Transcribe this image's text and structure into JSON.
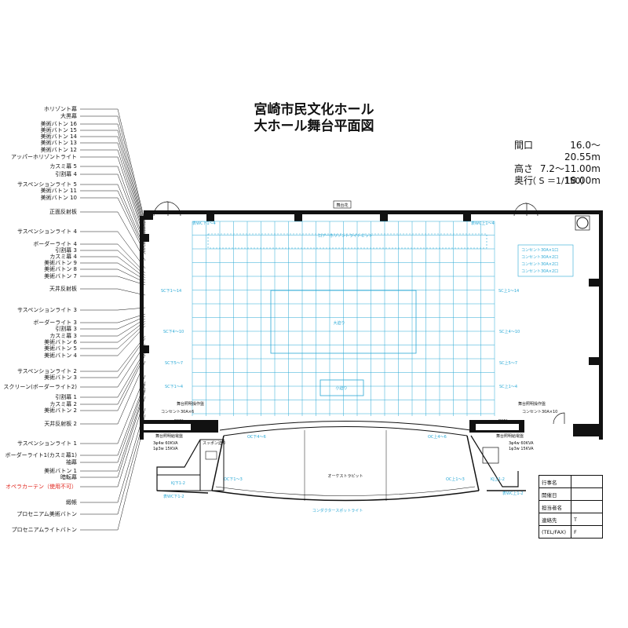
{
  "title": {
    "line1": "宮崎市民文化ホール",
    "line2": "大ホール舞台平面図"
  },
  "specs": [
    {
      "label": "間口",
      "value": "16.0〜20.55m"
    },
    {
      "label": "高さ",
      "value": "7.2〜11.00m"
    },
    {
      "label": "奥行",
      "value": "18.00m"
    }
  ],
  "scale": "（ S ＝1/150）",
  "left_labels": [
    "ホリゾント幕",
    "大黒幕",
    "美術バトン 16",
    "美術バトン 15",
    "美術バトン 14",
    "美術バトン 13",
    "美術バトン 12",
    "アッパーホリゾントライト",
    "カスミ幕 5",
    "引割幕 4",
    "サスペンションライト 5",
    "美術バトン 11",
    "美術バトン 10",
    "正面反射板",
    "サスペンションライト 4",
    "ボーダーライト 4",
    "引割幕 3",
    "カスミ幕 4",
    "美術バトン 9",
    "美術バトン 8",
    "美術バトン 7",
    "天井反射板",
    "サスペンションライト 3",
    "ボーダーライト 3",
    "引割幕 3",
    "カスミ幕 3",
    "美術バトン 6",
    "美術バトン 5",
    "美術バトン 4",
    "サスペンションライト 2",
    "美術バトン 3",
    "スクリーン(ボーダーライト2)",
    "引割幕 1",
    "カスミ幕 2",
    "美術バトン 2",
    "天井反射板 2",
    "サスペンションライト 1",
    "ボーダーライト1(カスミ幕1)",
    "袖幕",
    "美術バトン 1",
    "暗転幕",
    "オペラカーテン",
    "緞帳",
    "プロセニアム美術バトン",
    "プロセニアムライトバトン"
  ],
  "opera_note": "（使用不可）",
  "stage_labels": {
    "butaioku": "舞台花",
    "upper_left": "表WC下1〜4",
    "upper_right": "表WC上1〜4",
    "horizon_pit": "ロアーホリゾントライトピット",
    "sc_left_top": "SC下1〜14",
    "sc_right_top": "SC上1〜14",
    "sc_left_mid": "SC下4〜10",
    "sc_right_mid": "SC上4〜10",
    "sc_left_low": "SC下5〜7",
    "sc_right_low": "SC上5〜7",
    "sc_left_bot": "SC下1〜4",
    "sc_right_bot": "SC上1〜4",
    "ohseri": "大迫り",
    "koseri": "小迫り",
    "oc_left": "OC下4〜6",
    "oc_right": "OC上4〜6",
    "oc_left2": "OC下1〜3",
    "oc_right2": "OC上1〜3",
    "orchestra_pit": "オーケストラピット",
    "footlight": "コンダクタースポットライト",
    "spot_seri": "スッポン迫り",
    "panel_left": "舞台照明操作盤",
    "panel_right": "舞台照明操作盤",
    "outlet_left": "コンセント30A×6",
    "outlet_right": "コンセント30A×10",
    "dmx_left": "DMX",
    "dmx_right": "DMX",
    "power_left": "舞台照明給電盤",
    "power_right": "舞台照明給電盤",
    "power_spec1": "3φ4w 60KVA",
    "power_spec2": "1φ3w 15KVA",
    "cap_left": "表WC下1-2",
    "cap_right": "表WC上1-2",
    "kj_left": "KJ下1-2",
    "kj_right": "KJ上1-2"
  },
  "outlet_box": [
    "コンセント30A×1口",
    "コンセント30A×2口",
    "コンセント30A×2口",
    "コンセント30A×2口"
  ],
  "contact_table": [
    {
      "key": "行事名",
      "value": ""
    },
    {
      "key": "開催日",
      "value": ""
    },
    {
      "key": "担当者名",
      "value": ""
    },
    {
      "key": "連絡先",
      "value": "T"
    },
    {
      "key": "(TEL/FAX)",
      "value": "F"
    }
  ],
  "colors": {
    "line": "#111111",
    "grid": "#2aa9d6",
    "red": "#e0221a"
  }
}
